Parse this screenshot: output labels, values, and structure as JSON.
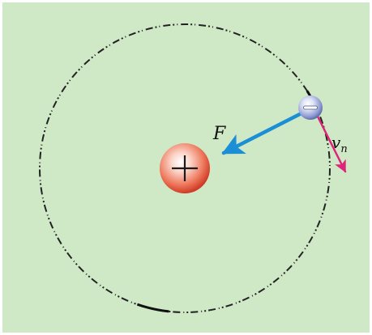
{
  "labels": {
    "force": "F",
    "velocity_main": "v",
    "velocity_sub": "n"
  },
  "signs": {
    "nucleus": "+",
    "electron": "−"
  },
  "colors": {
    "background": "#cfe8c6",
    "panel_border": "#ffffff",
    "orbit": "#222222",
    "force_arrow": "#1a8fd6",
    "velocity_arrow": "#e0237a",
    "nucleus": "#e8553f",
    "electron": "#7f8fcf"
  },
  "icons": {
    "nucleus": "positive-charge",
    "electron": "negative-charge"
  }
}
